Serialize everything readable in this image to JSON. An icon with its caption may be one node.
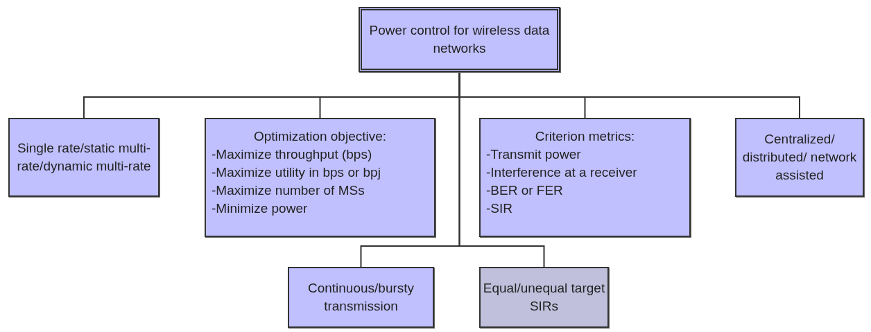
{
  "diagram": {
    "nodes": [
      {
        "text": [
          "Power control for wireless data networks"
        ]
      },
      {
        "text": [
          "Single rate/static multi-rate/dynamic multi-rate"
        ]
      },
      {
        "text": [
          "Optimization objective:",
          "-Maximize throughput (bps)",
          "-Maximize utility in bps or bpj",
          "-Maximize number of MSs",
          "-Minimize power"
        ]
      },
      {
        "text": [
          "Criterion metrics:",
          "-Transmit power",
          "-Interference at a receiver",
          "-BER or FER",
          "-SIR"
        ]
      },
      {
        "text": [
          "Centralized/ distributed/ network assisted"
        ]
      },
      {
        "text": [
          "Continuous/bursty transmission"
        ]
      },
      {
        "text": [
          "Equal/unequal target SIRs"
        ]
      }
    ],
    "edges": [
      {
        "from": 0,
        "to": 1,
        "arrow": "none"
      },
      {
        "from": 0,
        "to": 2,
        "arrow": "none"
      },
      {
        "from": 0,
        "to": 3,
        "arrow": "none"
      },
      {
        "from": 0,
        "to": 4,
        "arrow": "none"
      },
      {
        "from": 0,
        "to": 5,
        "arrow": "none"
      },
      {
        "from": 0,
        "to": 6,
        "arrow": "none"
      }
    ]
  }
}
